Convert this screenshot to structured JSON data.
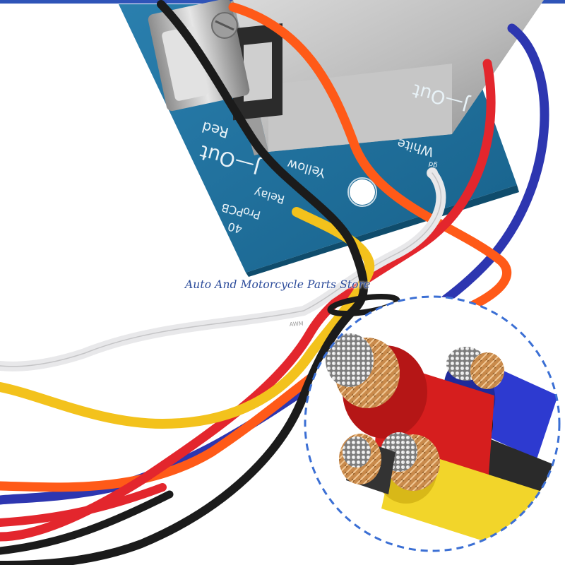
{
  "image": {
    "watermark_text": "Auto And Motorcycle Parts Store",
    "pcb_labels": {
      "j_out_top": "J—Out",
      "white": "White",
      "red": "Red",
      "j_out_side": "J—Out",
      "yellow": "Yellow",
      "relay": "Relay",
      "pro": "Pro",
      "pcb": "PCB",
      "forty": "40",
      "gnd": "gd",
      "awm": "AWM"
    }
  },
  "colors": {
    "top_bar": "#2f54b8",
    "pcb_board": "#1f6f9a",
    "watermark": "#2a4a9a",
    "circle_border": "#3b6fd4",
    "wire_red": "#e3262d",
    "wire_orange": "#ff5a18",
    "wire_blue": "#2d36b0",
    "wire_yellow": "#f3c21c",
    "wire_white": "#e8e8ea",
    "wire_black": "#1b1b1b",
    "copper": "#c98a4b",
    "tinned": "#b5b5b5"
  }
}
